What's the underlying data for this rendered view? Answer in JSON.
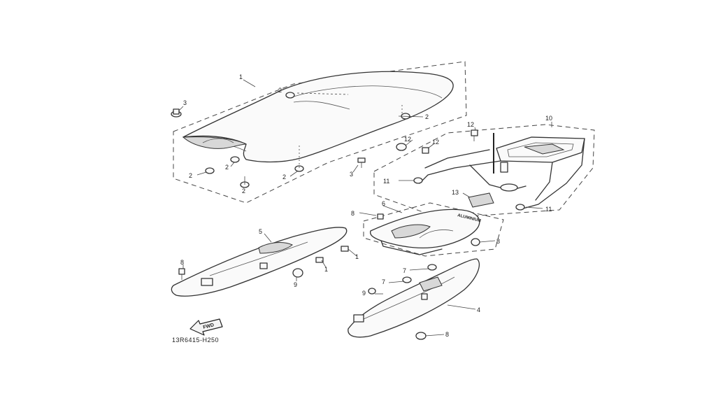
{
  "diagram": {
    "code": "13R6415-H250",
    "fwd_label": "FWD",
    "rack_note": "ALUMINIUM",
    "callouts": [
      {
        "label": "1"
      },
      {
        "label": "2"
      },
      {
        "label": "2"
      },
      {
        "label": "3"
      },
      {
        "label": "2"
      },
      {
        "label": "2"
      },
      {
        "label": "2"
      },
      {
        "label": "2"
      },
      {
        "label": "3"
      },
      {
        "label": "10"
      },
      {
        "label": "12"
      },
      {
        "label": "12"
      },
      {
        "label": "12"
      },
      {
        "label": "11"
      },
      {
        "label": "13"
      },
      {
        "label": "11"
      },
      {
        "label": "8"
      },
      {
        "label": "6"
      },
      {
        "label": "8"
      },
      {
        "label": "5"
      },
      {
        "label": "8"
      },
      {
        "label": "1"
      },
      {
        "label": "1"
      },
      {
        "label": "9"
      },
      {
        "label": "7"
      },
      {
        "label": "7"
      },
      {
        "label": "9"
      },
      {
        "label": "4"
      },
      {
        "label": "8"
      }
    ]
  }
}
